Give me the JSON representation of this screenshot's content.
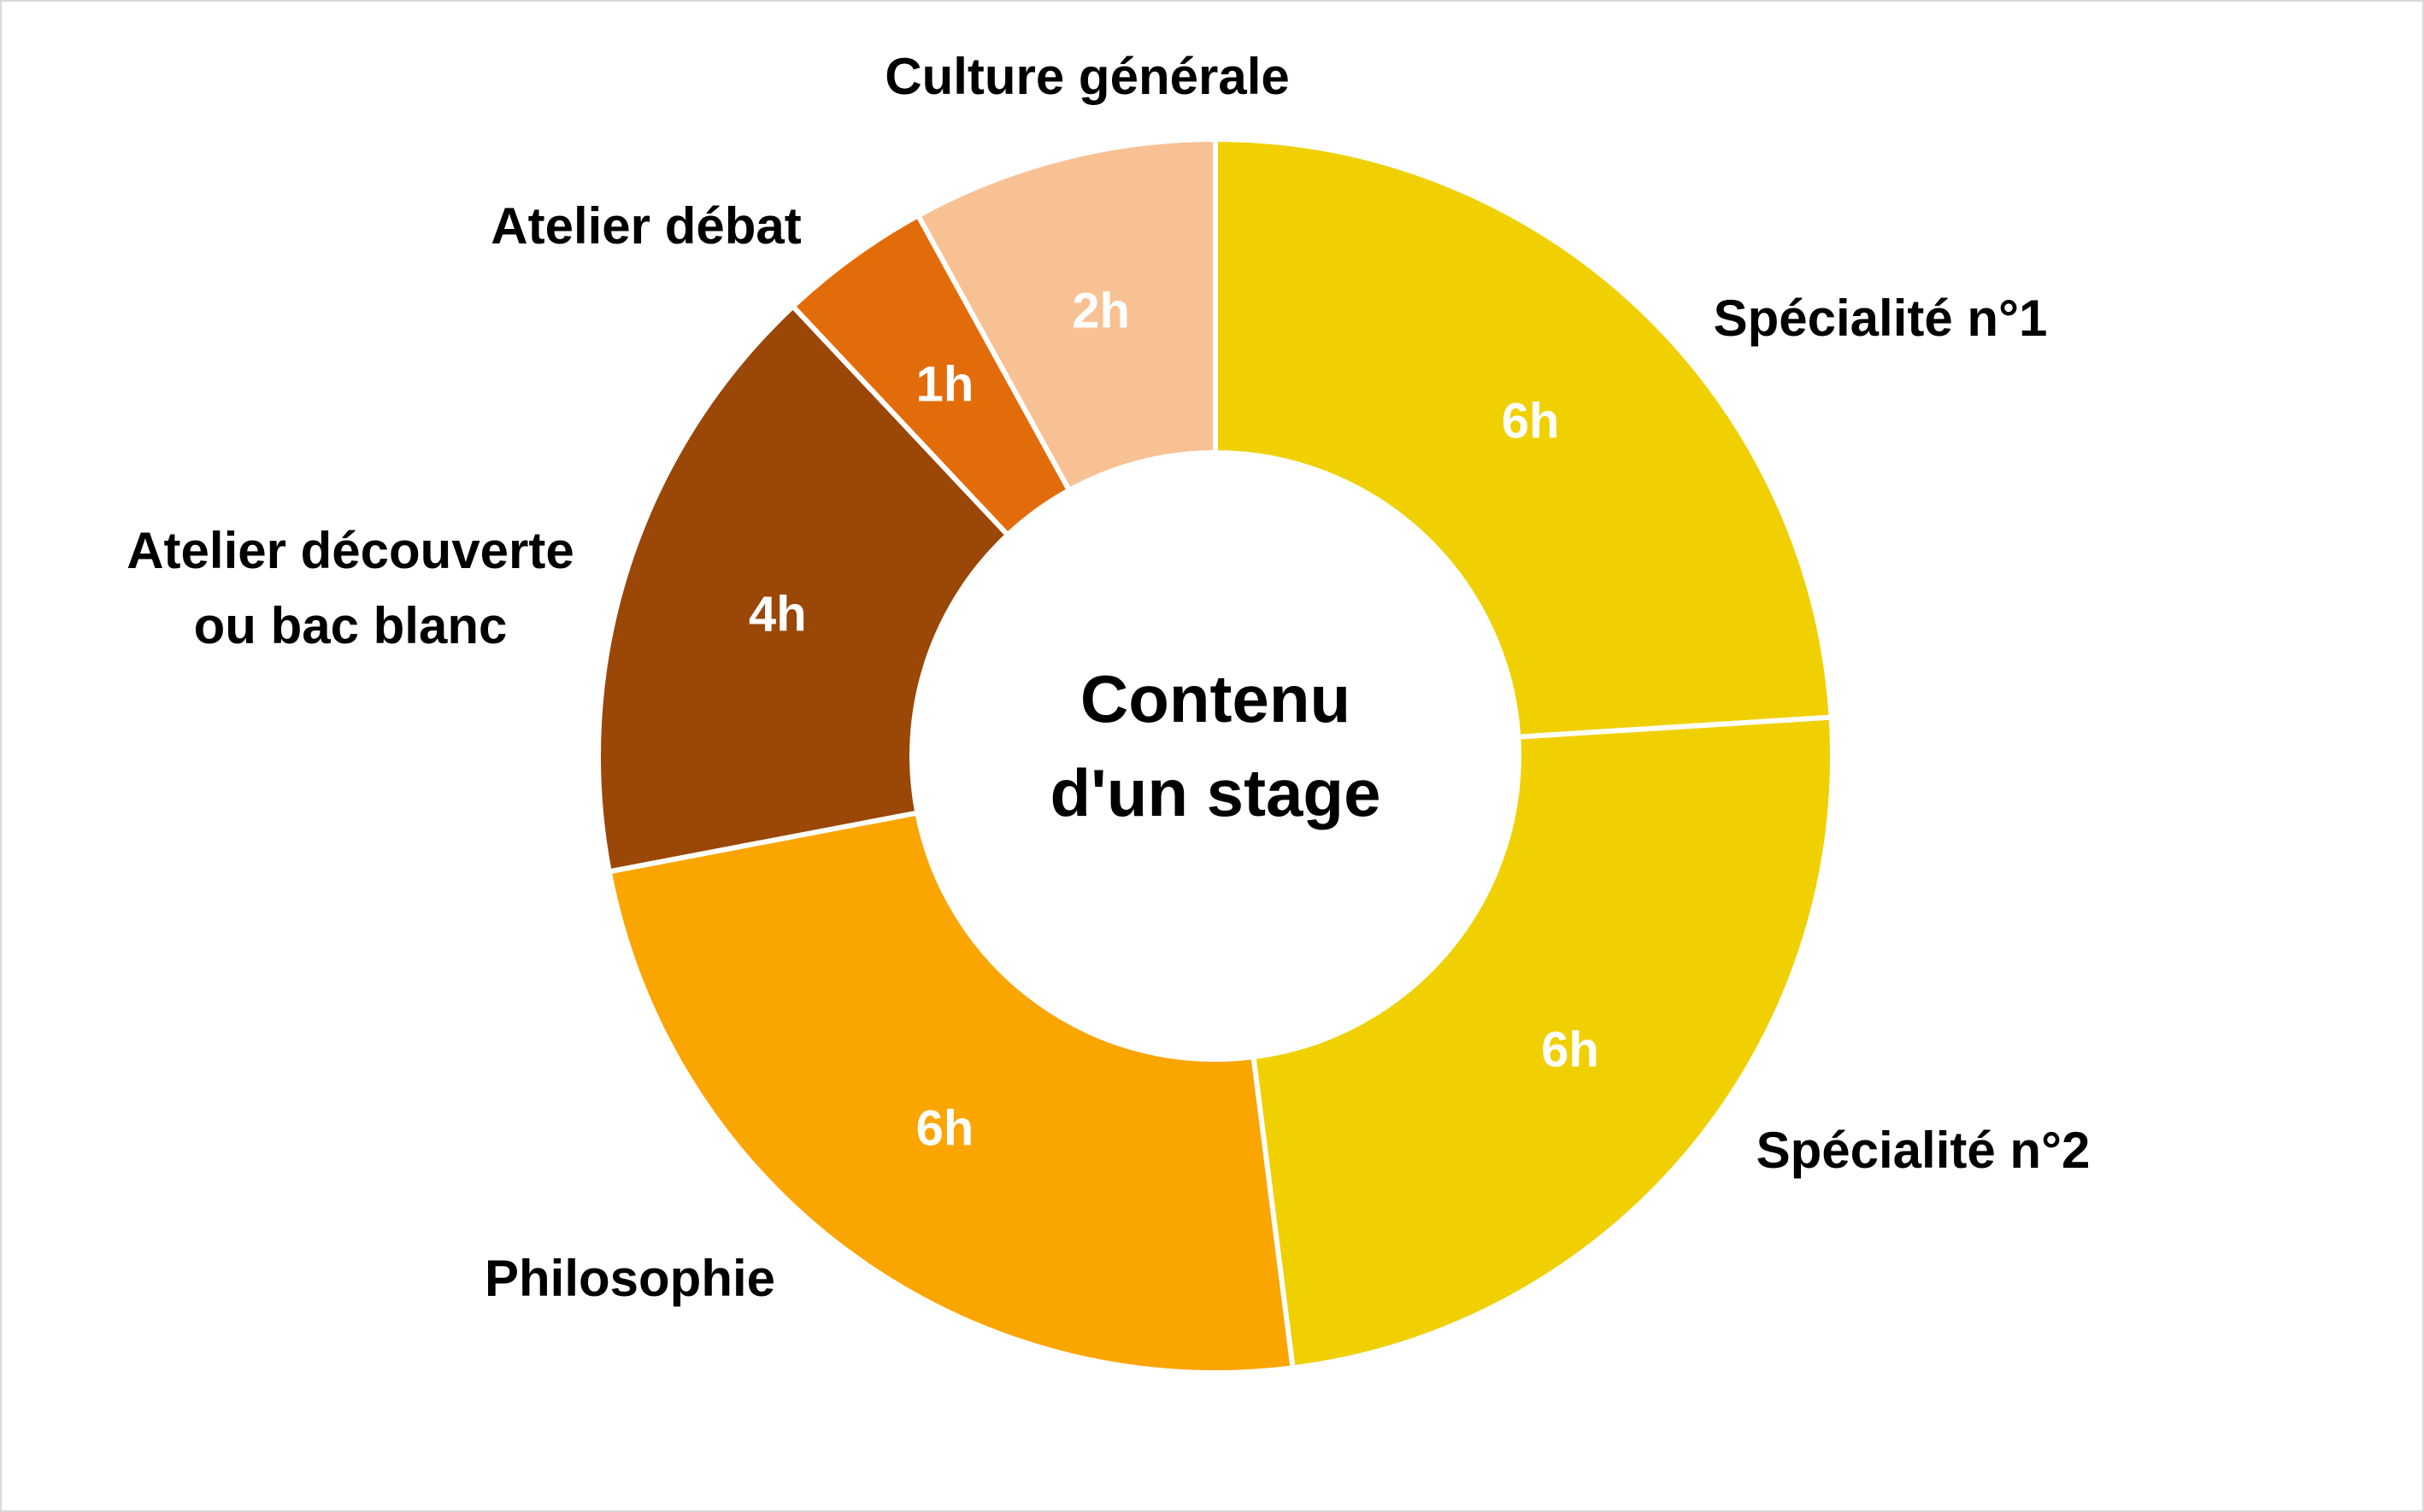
{
  "chart_data": {
    "type": "pie",
    "variant": "donut",
    "center_title_lines": [
      "Contenu",
      "d'un stage"
    ],
    "categories": [
      "Spécialité n°1",
      "Spécialité n°2",
      "Philosophie",
      "Atelier découverte ou bac blanc",
      "Atelier débat",
      "Culture générale"
    ],
    "category_lines": [
      [
        "Spécialité n°1"
      ],
      [
        "Spécialité n°2"
      ],
      [
        "Philosophie"
      ],
      [
        "Atelier découverte",
        "ou bac blanc"
      ],
      [
        "Atelier débat"
      ],
      [
        "Culture générale"
      ]
    ],
    "values": [
      6,
      6,
      6,
      4,
      1,
      2
    ],
    "data_labels": [
      "6h",
      "6h",
      "6h",
      "4h",
      "1h",
      "2h"
    ],
    "unit": "h",
    "colors": [
      "#F0D000",
      "#F0D000",
      "#FBA500",
      "#9A4708",
      "#E36C0A",
      "#F8C194"
    ],
    "start_angle_deg": 0,
    "direction": "clockwise"
  }
}
